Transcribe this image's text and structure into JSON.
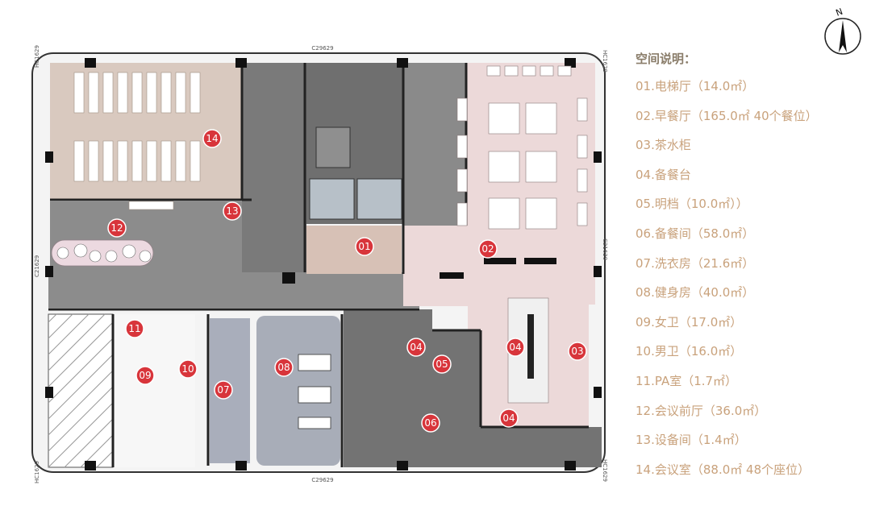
{
  "legend": {
    "title": "空间说明：",
    "items": [
      "01.电梯厅（14.0㎡）",
      "02.早餐厅（165.0㎡ 40个餐位）",
      "03.茶水柜",
      "04.备餐台",
      "05.明档（10.0㎡））",
      "06.备餐间（58.0㎡）",
      "07.洗衣房（21.6㎡）",
      "08.健身房（40.0㎡）",
      "09.女卫（17.0㎡）",
      "10.男卫（16.0㎡）",
      "11.PA室（1.7㎡）",
      "12.会议前厅（36.0㎡）",
      "13.设备间（1.4㎡）",
      "14.会议室（88.0㎡ 48个座位）"
    ]
  },
  "compass": {
    "label": "N"
  },
  "dimensions": {
    "top": "C29629",
    "bottom": "C29629",
    "left": "C21629",
    "right": "C21629",
    "corner_tl": "HC1629",
    "corner_tr": "HC1629",
    "corner_bl": "HC1629",
    "corner_br": "HC1629"
  },
  "markers": {
    "m01": "01",
    "m02": "02",
    "m03": "03",
    "m04a": "04",
    "m04b": "04",
    "m04c": "04",
    "m05": "05",
    "m06": "06",
    "m07": "07",
    "m08": "08",
    "m09": "09",
    "m10": "10",
    "m11": "11",
    "m12": "12",
    "m13": "13",
    "m14": "14"
  },
  "colors": {
    "marker": "#d8353b",
    "meeting_room": "#d9c9bf",
    "breakfast": "#ecd9d9",
    "lobby": "#d7c1b6",
    "corridor": "#8c8c8c",
    "service": "#737373",
    "gym": "#a8adb8",
    "laundry": "#a9aebb",
    "legend_text": "#c9a27c"
  }
}
